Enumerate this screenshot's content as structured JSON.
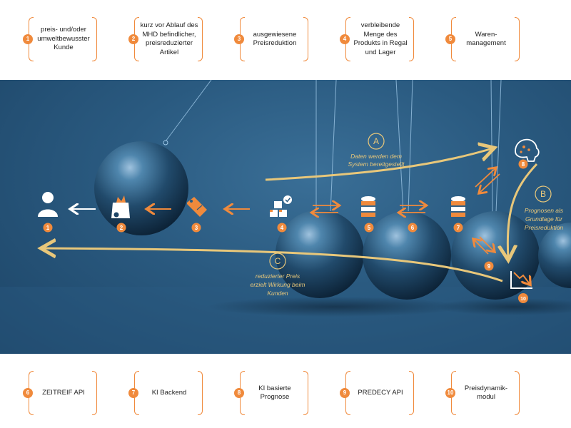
{
  "top_legend": [
    {
      "num": "1",
      "text": "preis- und/oder umweltbewusster Kunde"
    },
    {
      "num": "2",
      "text": "kurz vor Ablauf des MHD befindlicher, preisreduzierter Artikel"
    },
    {
      "num": "3",
      "text": "ausgewiesene Preisreduktion"
    },
    {
      "num": "4",
      "text": "verbleibende Menge des Produkts in Regal und Lager"
    },
    {
      "num": "5",
      "text": "Waren-management"
    }
  ],
  "bottom_legend": [
    {
      "num": "6",
      "text": "ZEITREIF API"
    },
    {
      "num": "7",
      "text": "KI Backend"
    },
    {
      "num": "8",
      "text": "KI basierte Prognose"
    },
    {
      "num": "9",
      "text": "PREDECY API"
    },
    {
      "num": "10",
      "text": "Preisdynamik-modul"
    }
  ],
  "diagram": {
    "flow_a": {
      "letter": "A",
      "label_line1": "Daten werden dem",
      "label_line2": "System bereitgestellt"
    },
    "flow_b": {
      "letter": "B",
      "label_line1": "Prognosen als",
      "label_line2": "Grundlage für",
      "label_line3": "Preisreduktion"
    },
    "flow_c": {
      "letter": "C",
      "label_line1": "reduzierter Preis",
      "label_line2": "erzielt Wirkung beim",
      "label_line3": "Kunden"
    },
    "markers": [
      "1",
      "2",
      "3",
      "4",
      "5",
      "6",
      "7",
      "8",
      "9",
      "10"
    ],
    "icons": [
      "customer-icon",
      "shopping-bag-icon",
      "price-tag-icon",
      "boxes-icon",
      "database-icon",
      "database-icon",
      "brain-icon",
      "declining-chart-icon"
    ]
  },
  "colors": {
    "accent": "#f08a3c",
    "flow": "#e8c77a",
    "scene": "#2a5a80"
  }
}
